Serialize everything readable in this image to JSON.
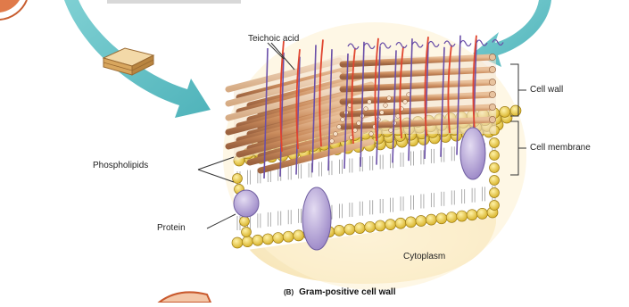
{
  "diagram": {
    "labels": {
      "teichoic_acid": "Teichoic acid",
      "cell_wall": "Cell wall",
      "cell_membrane": "Cell membrane",
      "phospholipids": "Phospholipids",
      "protein": "Protein",
      "cytoplasm": "Cytoplasm"
    },
    "caption": {
      "panel": "(B)",
      "title": "Gram-positive cell wall"
    },
    "colors": {
      "arrow": "#5fc1c6",
      "peptidoglycan": "#c9875a",
      "peptidoglycan_light": "#e6b991",
      "teichoic_acid": "#e0452f",
      "crosslink": "#6a4fa8",
      "lipid_head": "#f1d24a",
      "protein": "#b6a6d6",
      "cytoplasm": "#fbefd0"
    }
  }
}
